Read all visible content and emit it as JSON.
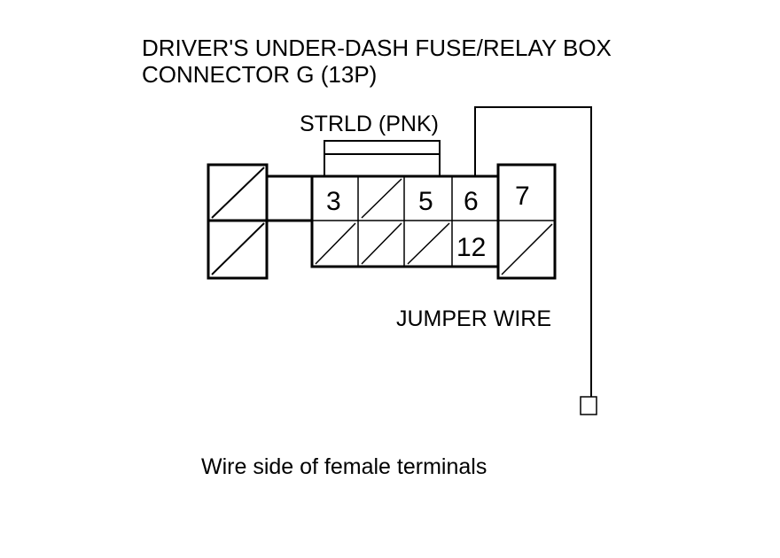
{
  "title": {
    "line1": "DRIVER'S UNDER-DASH FUSE/RELAY BOX",
    "line2": "CONNECTOR G (13P)"
  },
  "labels": {
    "wire": "STRLD (PNK)",
    "jumper": "JUMPER WIRE"
  },
  "pins": {
    "p3": "3",
    "p5": "5",
    "p6": "6",
    "p7": "7",
    "p12": "12"
  },
  "caption": "Wire side of female terminals"
}
